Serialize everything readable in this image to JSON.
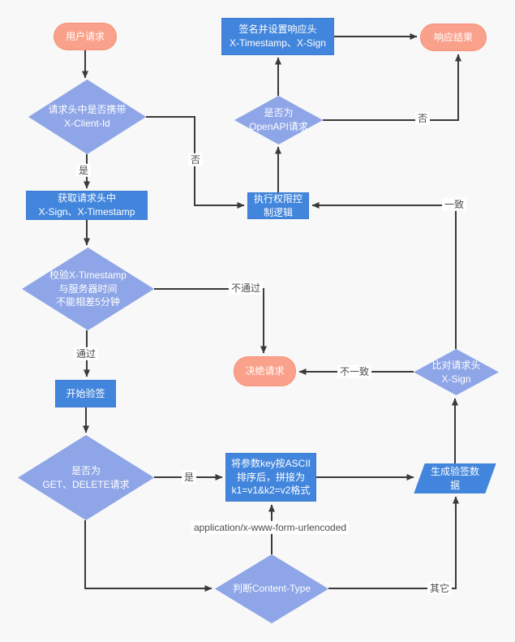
{
  "colors": {
    "page_bg": "#f8f8f8",
    "terminal_fill": "#f9a18b",
    "terminal_border": "#f89077",
    "process_fill": "#4285dc",
    "process_border": "#3d7cd3",
    "decision_fill": "#8ea5e7",
    "line": "#3a3a3a",
    "node_text": "#ffffff",
    "label_text": "#4d4d4d",
    "label_bg": "#ffffff"
  },
  "nodes": {
    "user_request": {
      "type": "terminal",
      "label": "用户请求"
    },
    "check_client_id": {
      "type": "decision",
      "label": "请求头中是否携带\nX-Client-Id"
    },
    "sign_response": {
      "type": "process",
      "label": "签名并设置响应头\nX-Timestamp、X-Sign"
    },
    "response_result": {
      "type": "terminal",
      "label": "响应结果"
    },
    "check_openapi": {
      "type": "decision",
      "label": "是否为\nOpenAPI请求"
    },
    "get_headers": {
      "type": "process",
      "label": "获取请求头中\nX-Sign、X-Timestamp"
    },
    "exec_permission": {
      "type": "process",
      "label": "执行权限控\n制逻辑"
    },
    "check_timestamp": {
      "type": "decision",
      "label": "校验X-Timestamp\n与服务器时间\n不能相差5分钟"
    },
    "reject_request": {
      "type": "terminal",
      "label": "决绝请求"
    },
    "compare_sign": {
      "type": "decision",
      "label": "比对请求头\nX-Sign"
    },
    "start_verify": {
      "type": "process",
      "label": "开始验签"
    },
    "check_method": {
      "type": "decision",
      "label": "是否为\nGET、DELETE请求"
    },
    "sort_params": {
      "type": "process",
      "label": "将参数key按ASCII\n排序后，拼接为\nk1=v1&k2=v2格式"
    },
    "gen_sign_data": {
      "type": "io",
      "label": "生成验签数\n据"
    },
    "check_content_type": {
      "type": "decision",
      "label": "判断Content-Type"
    }
  },
  "edge_labels": {
    "yes1": "是",
    "no1": "否",
    "pass": "通过",
    "fail": "不通过",
    "yes2": "是",
    "match": "一致",
    "no_match": "不一致",
    "no2": "否",
    "other": "其它",
    "form_urlencoded": "application/x-www-form-urlencoded"
  }
}
